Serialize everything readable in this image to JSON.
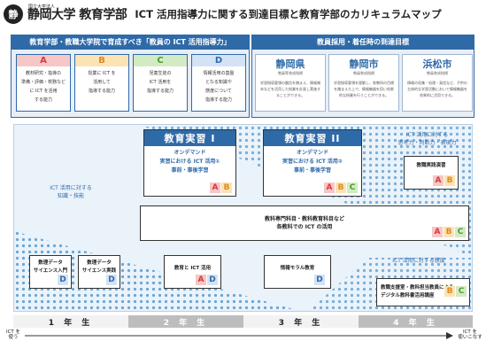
{
  "title": {
    "university_small": "国立大学法人",
    "seal": "静",
    "university": "静岡大学 教育学部",
    "main": "ICT 活用指導力に関する到達目標と教育学部のカリキュラムマップ"
  },
  "headers": {
    "left": "教育学部・教職大学院で育成すべき「教員の ICT 活用指導力」",
    "right": "教員採用・着任時の到達目標"
  },
  "abilities": [
    {
      "letter": "A",
      "desc": "教材研究・指導の\n準備・評価・校務など\nに ICT を活用\nする能力",
      "color": "#f7c6c6",
      "text": "#d63c3c"
    },
    {
      "letter": "B",
      "desc": "授業に ICT を\n活用して\n指導する能力",
      "color": "#fbe3b4",
      "text": "#e0881d"
    },
    {
      "letter": "C",
      "desc": "児童生徒の\nICT 活用を\n指導する能力",
      "color": "#d3ebc3",
      "text": "#4d9a2c"
    },
    {
      "letter": "D",
      "desc": "情報活用の基盤\nとなる知識や\n態度について\n指導する能力",
      "color": "#d3e3f5",
      "text": "#2f6aa8"
    }
  ],
  "prefectures": [
    {
      "name": "静岡県",
      "sub": "教員等育成指標",
      "desc": "学習指導要領の趣旨を踏まえ、情報端末などを活用した授業を計画し実施することができる。"
    },
    {
      "name": "静岡市",
      "sub": "教員育成指標",
      "desc": "学習指導要領を理解し、各教科の目標を踏まえた上で、情報機器を用い効果的な授業を行うことができる。"
    },
    {
      "name": "浜松市",
      "sub": "教員育成指標",
      "desc": "情報の収集・処理・発信など、子供の主体的な学習活動において情報機器を効果的に活用できる。"
    }
  ],
  "practicum1": {
    "title": "教育実習 I",
    "desc": "オンデマンド\n実習における ICT 活用①\n事前・事後学習",
    "letters": [
      "A",
      "B"
    ]
  },
  "practicum2": {
    "title": "教育実習 II",
    "desc": "オンデマンド\n実習における ICT 活用②\n事前・事後学習",
    "letters": [
      "A",
      "B",
      "C"
    ]
  },
  "notes": {
    "knowledge": "ICT 活用に対する\n知識・技能",
    "thinking": "ICT 活用に対する\n思考力・判断力・表現力",
    "attitude": "ICT 活用に対する態度"
  },
  "courses": {
    "subjects": "教科専門科目・教科教育科目など\n各教科での ICT の活用",
    "data1": "数理データ\nサイエンス入門",
    "data2": "数理データ\nサイエンス実践",
    "ict_edu": "教育と ICT 活用",
    "info_moral": "情報モラル教育",
    "edu_practice": "教職実践演習",
    "support": "教職支援室・教科担当教員による\nデジタル教科書活用講座"
  },
  "years": [
    "1 年 生",
    "2 年 生",
    "3 年 生",
    "4 年 生"
  ],
  "axis": {
    "start": "ICT を\n使う",
    "end": "ICT を\n使いこなす"
  }
}
